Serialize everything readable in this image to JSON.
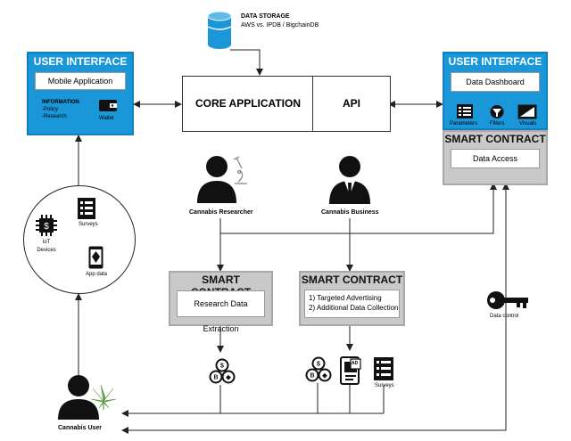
{
  "storage": {
    "title": "DATA STORAGE",
    "subtitle": "AWS vs. IPDB / BigchainDB"
  },
  "left_ui": {
    "title": "USER INTERFACE",
    "app_label": "Mobile Application",
    "info_title": "INFORMATION",
    "info_items": [
      "-Policy",
      "-Research"
    ],
    "wallet_label": "Wallet"
  },
  "core": {
    "app_label": "CORE APPLICATION",
    "api_label": "API"
  },
  "right_ui": {
    "title": "USER INTERFACE",
    "dashboard_label": "Data Dashboard",
    "icons": [
      "Parameters",
      "Filters",
      "Visuals"
    ],
    "contract_title": "SMART CONTRACT",
    "access_label": "Data Access"
  },
  "actors": {
    "researcher": "Cannabis Researcher",
    "business": "Cannabis Business",
    "user": "Cannabis User"
  },
  "devices": {
    "iot_label": "IoT Devices",
    "surveys_label": "Surveys",
    "app_data_label": "App data"
  },
  "contract_research": {
    "title": "SMART CONTRACT",
    "box_label": "Research Data Extraction"
  },
  "contract_business": {
    "title": "SMART CONTRACT",
    "items": [
      "1) Targeted Advertising",
      "2) Additional Data Collection"
    ]
  },
  "bottom_icons": {
    "surveys_label": "Surveys",
    "ad_label": "AD"
  },
  "data_control": {
    "label": "Data control"
  },
  "colors": {
    "blue": "#1a97d8",
    "gray": "#c9c9c9",
    "line": "#222222"
  }
}
